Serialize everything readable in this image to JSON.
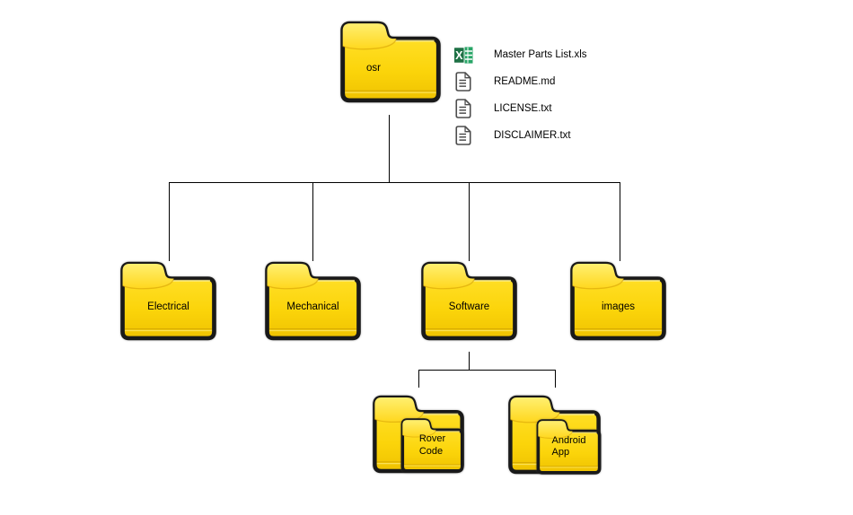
{
  "diagram": {
    "root": {
      "label": "osr"
    },
    "files": [
      {
        "name": "Master Parts List.xls",
        "icon": "excel-file-icon"
      },
      {
        "name": "README.md",
        "icon": "document-icon"
      },
      {
        "name": "LICENSE.txt",
        "icon": "document-icon"
      },
      {
        "name": "DISCLAIMER.txt",
        "icon": "document-icon"
      }
    ],
    "level1": [
      {
        "label": "Electrical"
      },
      {
        "label": "Mechanical"
      },
      {
        "label": "Software"
      },
      {
        "label": "images"
      }
    ],
    "level2": [
      {
        "label": "Rover\nCode"
      },
      {
        "label": "Android\nApp"
      }
    ],
    "colors": {
      "folder_outline": "#191919",
      "folder_body_top": "#FFE65C",
      "folder_body_bottom": "#EFC201",
      "folder_tab_top": "#FFEF70",
      "folder_tab_bottom": "#FFD71E",
      "connector": "#000000",
      "excel_green_dark": "#1E7145",
      "excel_green": "#28A567",
      "document_outline": "#4D4D4D"
    }
  }
}
